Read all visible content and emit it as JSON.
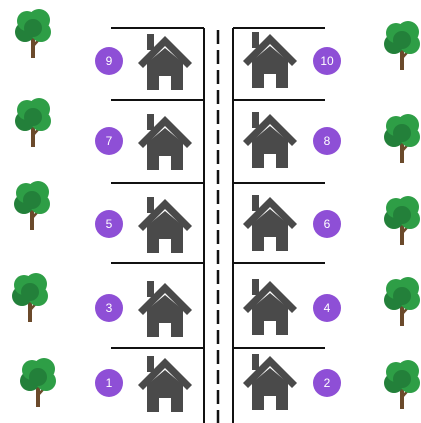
{
  "colors": {
    "background": "#ffffff",
    "badge": "#8e4fd6",
    "house": "#4a4a4a",
    "road_line": "#111111",
    "tree_foliage": "#2e9e46",
    "tree_foliage_shadow": "#23803a",
    "tree_trunk": "#6b4a2b"
  },
  "icons": {
    "house": "house-icon",
    "tree": "tree-icon",
    "badge": "number-badge"
  },
  "lots": {
    "left": [
      {
        "number": "9"
      },
      {
        "number": "7"
      },
      {
        "number": "5"
      },
      {
        "number": "3"
      },
      {
        "number": "1"
      }
    ],
    "right": [
      {
        "number": "10"
      },
      {
        "number": "8"
      },
      {
        "number": "6"
      },
      {
        "number": "4"
      },
      {
        "number": "2"
      }
    ]
  }
}
